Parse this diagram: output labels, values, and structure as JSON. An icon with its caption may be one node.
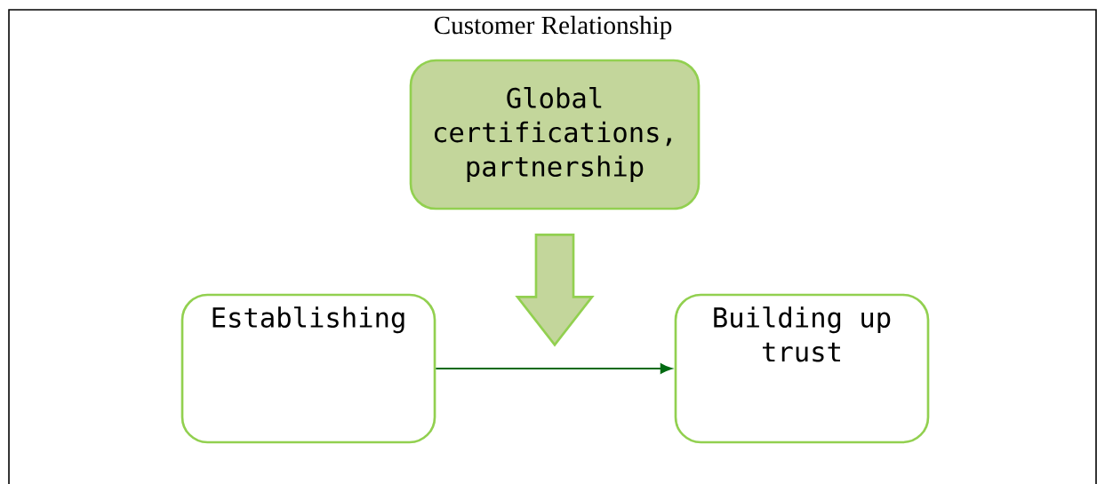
{
  "diagram": {
    "title": "Customer Relationship",
    "nodes": [
      {
        "text": [
          "Global certifications, partnership"
        ]
      },
      {
        "text": [
          "Establishing"
        ]
      },
      {
        "text": [
          "Building up trust"
        ]
      }
    ],
    "edges": [
      {
        "from": 0,
        "to": null,
        "arrow": "to",
        "style": "thick",
        "color": "#c3d69b"
      },
      {
        "from": 1,
        "to": 2,
        "arrow": "to",
        "color": "#006a12"
      }
    ]
  }
}
